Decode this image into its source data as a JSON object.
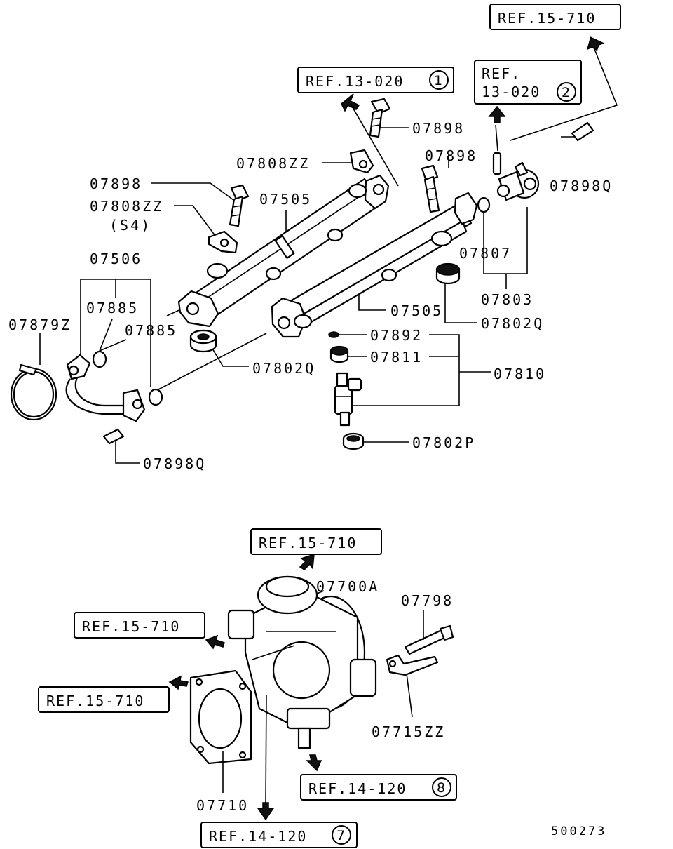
{
  "refs": {
    "r15a": "REF.15-710",
    "r13a": "REF.13-020",
    "r13a_num": "1",
    "r13b_line1": "REF.",
    "r13b_line2": "13-020",
    "r13b_num": "2",
    "r15b": "REF.15-710",
    "r15c": "REF.15-710",
    "r15d": "REF.15-710",
    "r14a": "REF.14-120",
    "r14a_num": "8",
    "r14b": "REF.14-120",
    "r14b_num": "7"
  },
  "parts": {
    "p07898_a": "07898",
    "p07898_b": "07898",
    "p07898_c": "07898",
    "p07808zz_a": "07808ZZ",
    "p07808zz_b": "07808ZZ",
    "s4": "(S4)",
    "p07505_a": "07505",
    "p07505_b": "07505",
    "p07506": "07506",
    "p07885_a": "07885",
    "p07885_b": "07885",
    "p07879z": "07879Z",
    "p07802q_a": "07802Q",
    "p07802q_b": "07802Q",
    "p07807": "07807",
    "p07803": "07803",
    "p07898q_a": "07898Q",
    "p07898q_b": "07898Q",
    "p07892": "07892",
    "p07811": "07811",
    "p07810": "07810",
    "p07802p": "07802P",
    "p07700a": "07700A",
    "p07798": "07798",
    "p07715zz": "07715ZZ",
    "p07710": "07710"
  },
  "figure_id": "500273"
}
